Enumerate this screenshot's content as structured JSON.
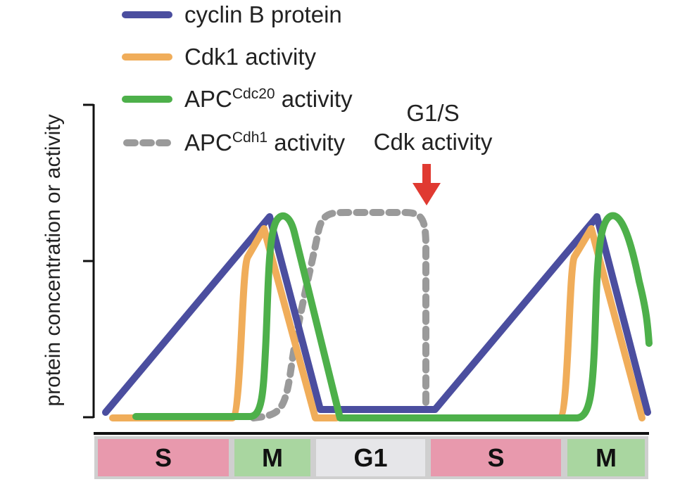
{
  "legend": {
    "cyclin": "cyclin B protein",
    "cdk1": "Cdk1 activity",
    "apc_cdc20_main": "APC",
    "apc_cdc20_sup": "Cdc20",
    "apc_cdc20_rest": " activity",
    "apc_cdh1_main": "APC",
    "apc_cdh1_sup": "Cdh1",
    "apc_cdh1_rest": " activity"
  },
  "annotation": {
    "line1": "G1/S",
    "line2": "Cdk activity"
  },
  "axis": {
    "ylabel": "protein concentration or activity"
  },
  "phases": [
    {
      "label": "S",
      "color": "#e899ad"
    },
    {
      "label": "M",
      "color": "#a9d6a0"
    },
    {
      "label": "G1",
      "color": "#e6e6e9"
    },
    {
      "label": "S",
      "color": "#e899ad"
    },
    {
      "label": "M",
      "color": "#a9d6a0"
    }
  ],
  "colors": {
    "cyclin": "#4b4e9f",
    "cdk1": "#f0ad5a",
    "apc_cdc20": "#4db04a",
    "apc_cdh1": "#9a9a9a",
    "arrow": "#e03a31"
  },
  "icons": {
    "arrow": "down-arrow-icon"
  }
}
